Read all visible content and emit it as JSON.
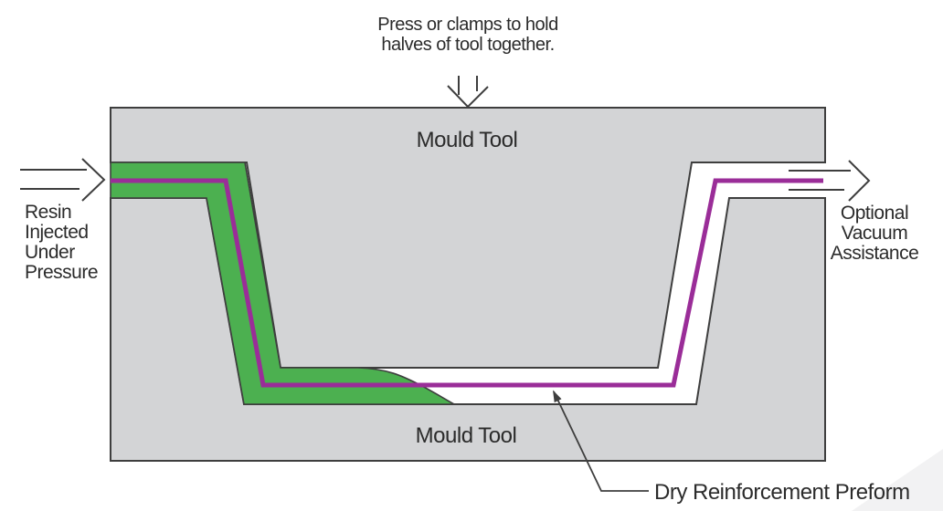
{
  "title": "Resin Transfer Moulding process diagram",
  "labels": {
    "press": [
      "Press or clamps to hold",
      "halves of tool together."
    ],
    "mould_tool_top": "Mould Tool",
    "mould_tool_bottom": "Mould Tool",
    "resin": [
      "Resin",
      "Injected",
      "Under",
      "Pressure"
    ],
    "vacuum": [
      "Optional",
      "Vacuum",
      "Assistance"
    ],
    "preform": "Dry Reinforcement Preform"
  },
  "icons": {
    "press_arrow": "double-line down arrow pointing at top mould tool",
    "resin_arrow": "double-line right arrow entering left resin inlet",
    "vacuum_arrow": "double-line right arrow exiting right vacuum outlet",
    "preform_pointer": "leader line with arrowhead pointing at dry preform in cavity"
  },
  "colors": {
    "tool_gray": "#d3d4d6",
    "outline": "#3e3e3e",
    "resin_green": "#4cb050",
    "preform_purple": "#9a2d98",
    "text": "#2b2b2b",
    "cavity_white": "#ffffff"
  }
}
